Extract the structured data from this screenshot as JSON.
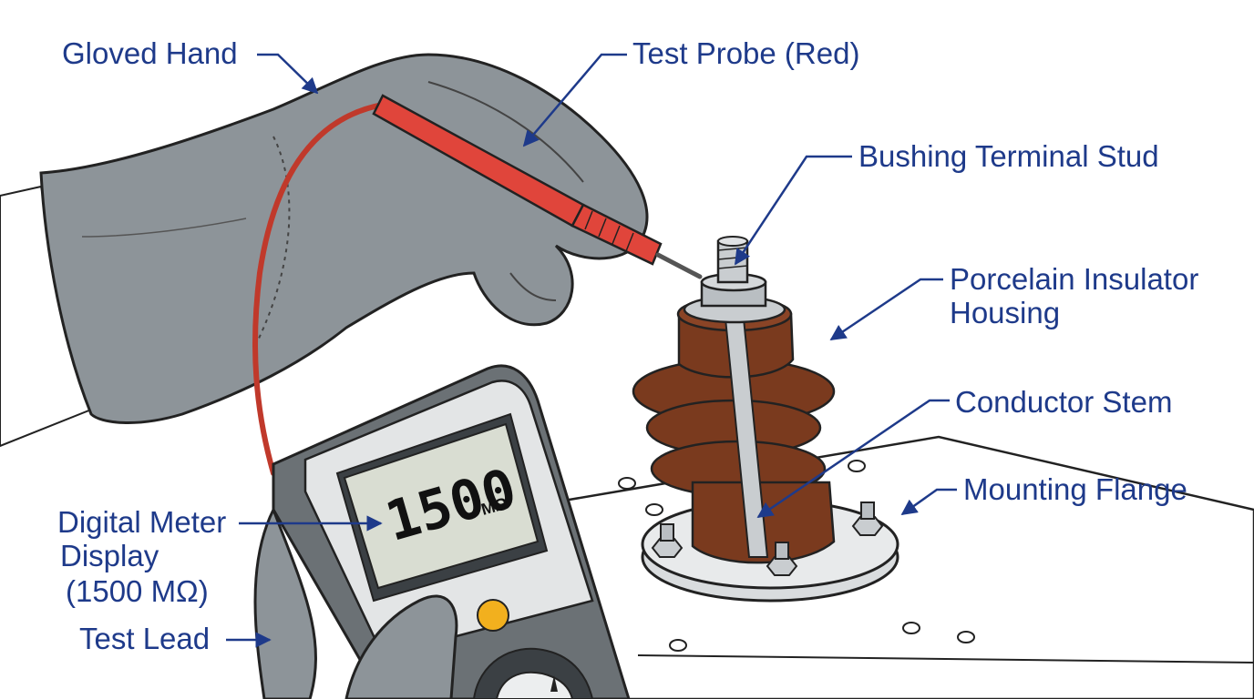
{
  "labels": {
    "gloved_hand": "Gloved Hand",
    "test_probe": "Test Probe (Red)",
    "bushing_terminal_stud": "Bushing Terminal Stud",
    "porcelain_housing_line1": "Porcelain Insulator",
    "porcelain_housing_line2": "Housing",
    "conductor_stem": "Conductor Stem",
    "mounting_flange": "Mounting Flange",
    "meter_display_line1": "Digital Meter",
    "meter_display_line2": "Display",
    "meter_display_line3": "(1500 MΩ)",
    "test_lead": "Test Lead"
  },
  "meter": {
    "reading": "1500",
    "unit": "MΩ"
  },
  "colors": {
    "label_text": "#1e3a8a",
    "leader_line": "#1e3a8a",
    "glove": "#8d9499",
    "probe_red": "#e0453b",
    "porcelain_brown": "#7a3a1e",
    "lcd_screen": "#d9ddd2",
    "meter_body": "#6b7175",
    "flange_gray": "#d9dcde"
  }
}
